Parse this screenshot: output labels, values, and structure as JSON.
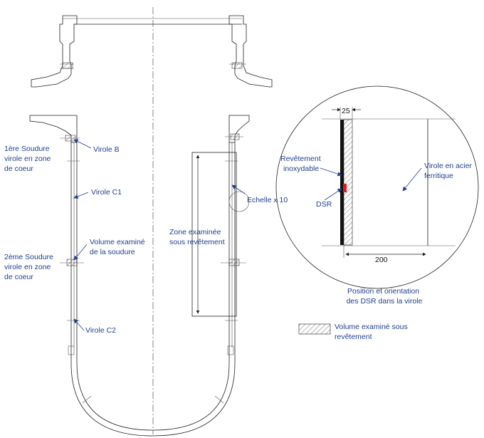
{
  "labels": {
    "soudure1": [
      "1ère Soudure",
      "virole en zone",
      "de coeur"
    ],
    "virole_b": "Virole B",
    "virole_c1": "Virole C1",
    "volume_soudure": [
      "Volume examiné",
      "de la soudure"
    ],
    "soudure2": [
      "2ème Soudure",
      "virole en zone",
      "de coeur"
    ],
    "virole_c2": "Virole C2",
    "zone_examinee": [
      "Zone examinée",
      "sous revêtement"
    ],
    "echelle": "Echelle x 10",
    "revetement": [
      "Revêtement",
      "inoxydable"
    ],
    "virole_acier": [
      "Virole en acier",
      "ferritique"
    ],
    "dsr": "DSR",
    "dim_25": "25",
    "dim_200": "200",
    "caption": [
      "Position et orientation",
      "des DSR dans la virole"
    ],
    "legend": [
      "Volume examiné sous",
      "revêtement"
    ]
  },
  "colors": {
    "annotation": "#1f3f8f",
    "dsr": "#e01b24",
    "line": "#222222"
  }
}
